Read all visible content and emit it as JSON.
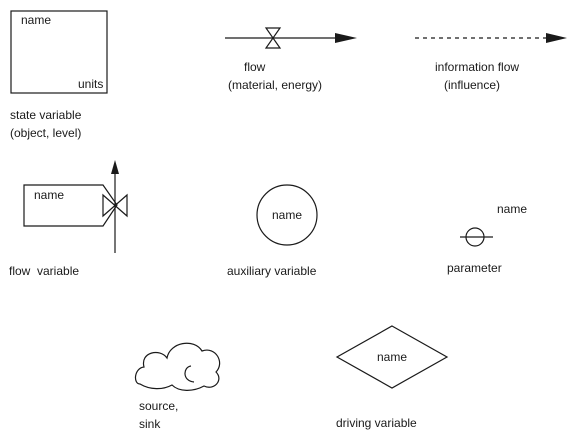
{
  "legend": {
    "state_variable": {
      "inner_name": "name",
      "inner_units": "units",
      "label_line1": "state variable",
      "label_line2": "(object, level)"
    },
    "flow": {
      "label_line1": "flow",
      "label_line2": "(material, energy)"
    },
    "information_flow": {
      "label_line1": "information flow",
      "label_line2": "(influence)"
    },
    "flow_variable": {
      "inner_name": "name",
      "label": "flow  variable"
    },
    "auxiliary_variable": {
      "inner_name": "name",
      "label": "auxiliary variable"
    },
    "parameter": {
      "name": "name",
      "label": "parameter"
    },
    "source_sink": {
      "label_line1": "source,",
      "label_line2": "sink"
    },
    "driving_variable": {
      "inner_name": "name",
      "label": "driving variable"
    }
  },
  "colors": {
    "ink": "#1a1a1a",
    "background": "#ffffff"
  }
}
